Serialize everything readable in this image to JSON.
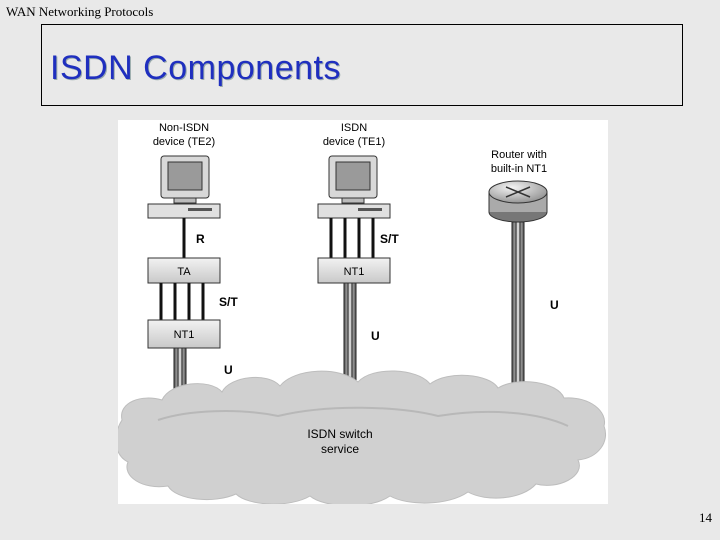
{
  "header": {
    "text": "WAN Networking Protocols"
  },
  "slide": {
    "title": "ISDN Components",
    "page_number": "14"
  },
  "diagram": {
    "labels": {
      "non_isdn_device_line1": "Non-ISDN",
      "non_isdn_device_line2": "device (TE2)",
      "isdn_device_line1": "ISDN",
      "isdn_device_line2": "device (TE1)",
      "router_line1": "Router with",
      "router_line2": "built-in NT1",
      "ta_box": "TA",
      "nt1_box_left": "NT1",
      "nt1_box_middle": "NT1",
      "ref_r": "R",
      "ref_st_left": "S/T",
      "ref_st_middle": "S/T",
      "ref_u_left": "U",
      "ref_u_middle": "U",
      "ref_u_right": "U",
      "cloud_line1": "ISDN switch",
      "cloud_line2": "service"
    }
  }
}
